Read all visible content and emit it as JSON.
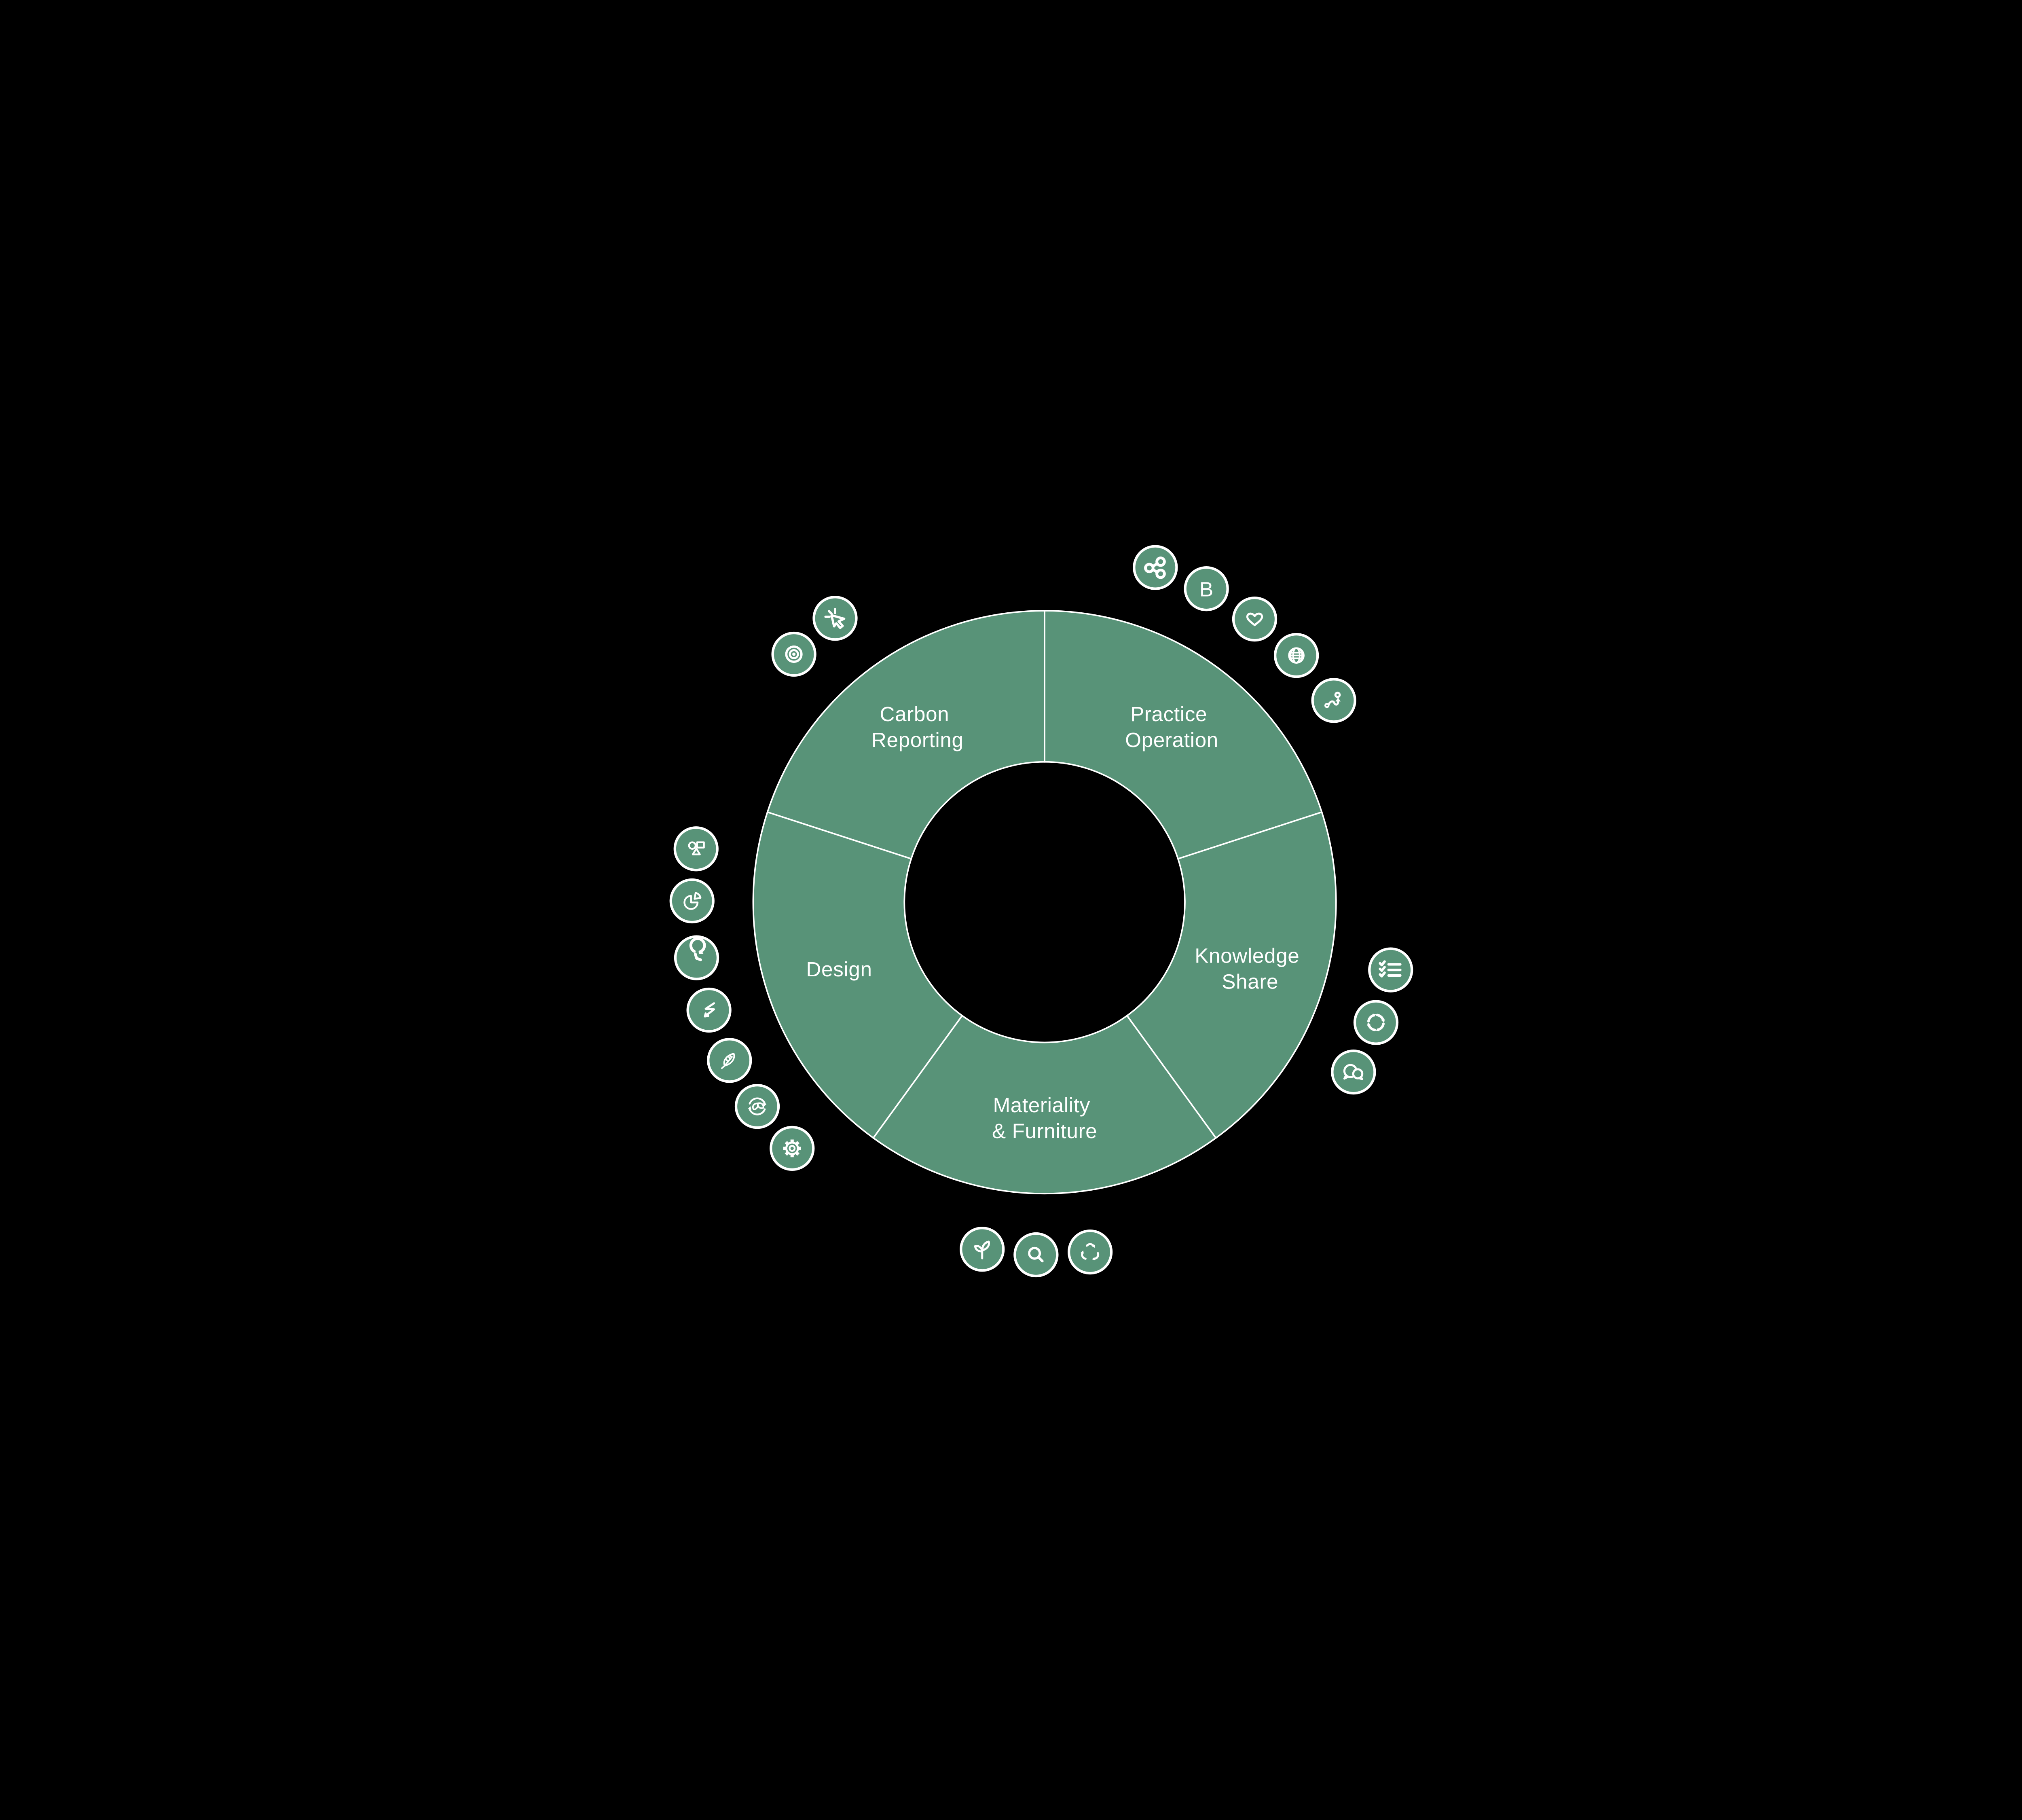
{
  "diagram": {
    "title": "sustainability-practice-wheel",
    "background": "#000000",
    "palette": {
      "segment_fill": "#589378",
      "outline": "#ffffff",
      "text": "#ffffff"
    },
    "segments": [
      {
        "id": "carbon-reporting",
        "label_line1": "Carbon",
        "label_line2": "Reporting",
        "icons": [
          "cursor-click-icon",
          "bullseye-icon"
        ]
      },
      {
        "id": "practice-operation",
        "label_line1": "Practice",
        "label_line2": "Operation",
        "icons": [
          "share-nodes-icon",
          "b-corp-icon",
          "heart-icon",
          "globe-icon",
          "winding-path-icon"
        ]
      },
      {
        "id": "knowledge-share",
        "label_line1": "Knowledge",
        "label_line2": "Share",
        "icons": [
          "checklist-icon",
          "cycle-arrows-icon",
          "chat-bubbles-icon"
        ]
      },
      {
        "id": "materiality-furniture",
        "label_line1": "Materiality",
        "label_line2": "& Furniture",
        "icons": [
          "sprout-icon",
          "search-icon",
          "recycle-icon"
        ]
      },
      {
        "id": "design",
        "label_line1": "Design",
        "label_line2": "",
        "icons": [
          "shapes-icon",
          "pie-chart-icon",
          "clock-refresh-icon",
          "zigzag-arrow-icon",
          "leaf-icon",
          "eco-cycle-icon",
          "gear-icon"
        ]
      }
    ],
    "badge_letters": {
      "b_corp": "B"
    }
  }
}
